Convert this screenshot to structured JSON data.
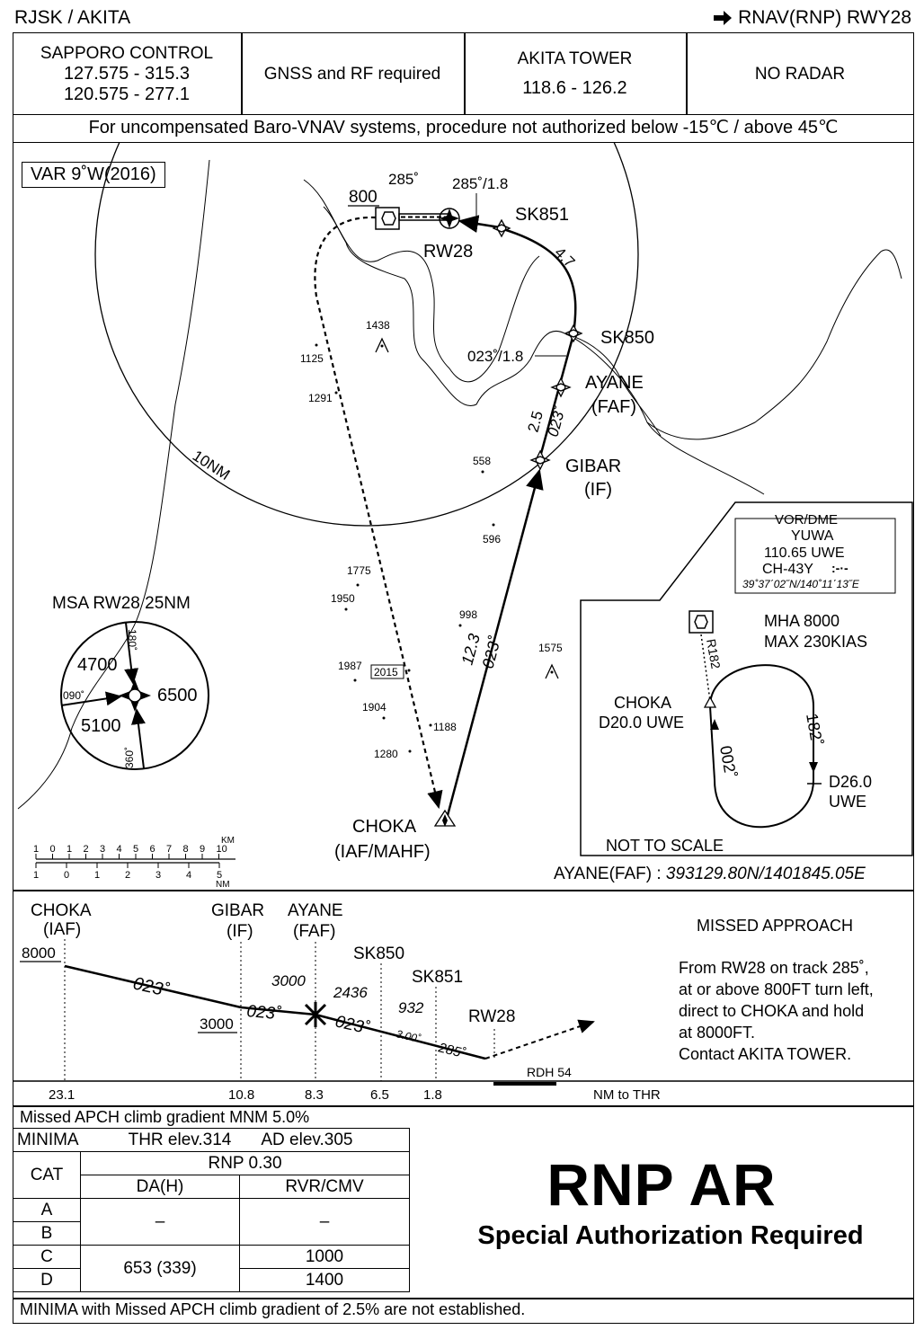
{
  "header": {
    "left": "RJSK / AKITA",
    "right": "RNAV(RNP) RWY28",
    "arrow": "right-arrow-icon"
  },
  "comms": {
    "sapporo_name": "SAPPORO  CONTROL",
    "sapporo_freq1": "127.575 - 315.3",
    "sapporo_freq2": "120.575 - 277.1",
    "gnss": "GNSS and RF required",
    "tower_name": "AKITA   TOWER",
    "tower_freq": "118.6 - 126.2",
    "radar": "NO  RADAR"
  },
  "baro_note": "For uncompensated Baro-VNAV systems, procedure not authorized below -15℃ / above 45℃",
  "plan": {
    "var": "VAR 9˚W(2016)",
    "alt_800": "800",
    "course_285": "285˚",
    "course_285_dist": "285˚/1.8",
    "rw28": "RW28",
    "sk851": "SK851",
    "dist_4_7": "4.7",
    "sk850": "SK850",
    "course_023_dist": "023˚/1.8",
    "ayane": "AYANE",
    "faf": "(FAF)",
    "dist_2_5": "2.5",
    "course_023_a": "023˚",
    "gibar": "GIBAR",
    "if": "(IF)",
    "dist_12_3": "12.3",
    "course_023_b": "023˚",
    "choka": "CHOKA",
    "iaf_mahf": "(IAF/MAHF)",
    "ring_10nm": "10NM",
    "elevations": [
      "1438",
      "1125",
      "1291",
      "558",
      "596",
      "1775",
      "1950",
      "998",
      "1575",
      "1987",
      "2015",
      "1904",
      "1188",
      "1280"
    ],
    "msa_title": "MSA RW28 25NM",
    "msa_4700": "4700",
    "msa_6500": "6500",
    "msa_5100": "5100",
    "msa_180": "180˚",
    "msa_090": "090˚",
    "msa_360": "360˚",
    "scale_km_label": "KM",
    "scale_km": [
      "1",
      "0",
      "1",
      "2",
      "3",
      "4",
      "5",
      "6",
      "7",
      "8",
      "9",
      "10"
    ],
    "scale_nm_label": "NM",
    "scale_nm": [
      "1",
      "0",
      "1",
      "2",
      "3",
      "4",
      "5"
    ]
  },
  "hold": {
    "vor_title": "VOR/DME",
    "vor_name": "YUWA",
    "vor_freq": "110.65  UWE",
    "vor_ch": "CH-43Y",
    "vor_coord": "39˚37΄02˝N/140˚11΄13˝E",
    "mha": "MHA 8000",
    "max_speed": "MAX 230KIAS",
    "r182": "R182",
    "choka": "CHOKA",
    "choka_dme": "D20.0 UWE",
    "course_182": "182˚",
    "course_002": "002˚",
    "d26": "D26.0",
    "d26_uwe": "UWE",
    "not_to_scale": "NOT TO SCALE"
  },
  "ayane_coord_label": "AYANE(FAF) : ",
  "ayane_coord_value": "393129.80N/1401845.05E",
  "profile": {
    "choka": "CHOKA",
    "choka_role": "(IAF)",
    "gibar": "GIBAR",
    "gibar_role": "(IF)",
    "ayane": "AYANE",
    "ayane_role": "(FAF)",
    "sk850": "SK850",
    "sk851": "SK851",
    "rw28": "RW28",
    "alt_8000": "8000",
    "alt_3000_if": "3000",
    "alt_3000_faf": "3000",
    "alt_2436": "2436",
    "alt_932": "932",
    "glide": "3.00˚",
    "crs_1": "023˚",
    "crs_2": "023˚",
    "crs_3": "023˚",
    "crs_4": "285˚",
    "rdh": "RDH 54",
    "dists": [
      "23.1",
      "10.8",
      "8.3",
      "6.5",
      "1.8"
    ],
    "nm_to_thr": "NM to THR",
    "missed_title": "MISSED APPROACH",
    "missed_lines": [
      "From RW28 on track 285˚,",
      "at or above 800FT turn left,",
      "direct to CHOKA and hold",
      "at 8000FT.",
      "Contact AKITA TOWER."
    ]
  },
  "minima": {
    "climb_note": "Missed APCH climb gradient MNM 5.0%",
    "title": "MINIMA",
    "thr": "THR elev.314",
    "ad": "AD elev.305",
    "cat": "CAT",
    "rnp": "RNP 0.30",
    "da": "DA(H)",
    "rvr": "RVR/CMV",
    "cats": [
      "A",
      "B",
      "C",
      "D"
    ],
    "ab_da": "–",
    "ab_rvr": "–",
    "cd_da": "653 (339)",
    "c_rvr": "1000",
    "d_rvr": "1400",
    "footer": "MINIMA with Missed APCH climb gradient of 2.5% are not established."
  },
  "rnp_ar": {
    "title": "RNP AR",
    "subtitle": "Special Authorization Required"
  }
}
